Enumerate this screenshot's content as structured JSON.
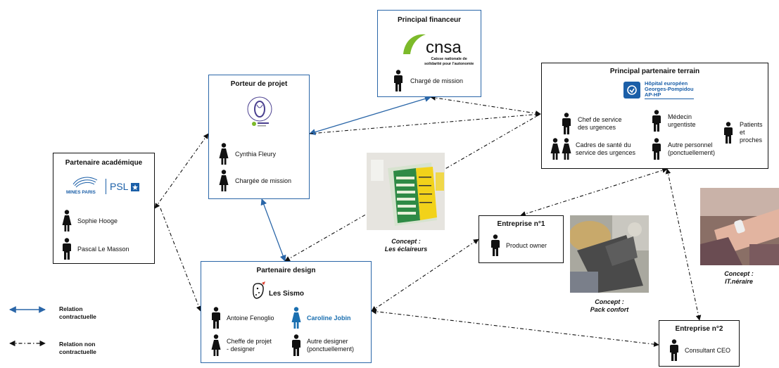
{
  "colors": {
    "blue": "#2a66a8",
    "black": "#111111",
    "sismo_blue": "#1a6fb0",
    "hegp_blue": "#1b5fa8",
    "cnsa_green": "#7cba2a"
  },
  "financeur": {
    "title": "Principal financeur",
    "logo_name": "cnsa",
    "logo_subtitle": "Caisse nationale de\nsolidarité pour l'autonomie",
    "people": [
      {
        "label": "Chargé de mission",
        "icon": "man-icon"
      }
    ]
  },
  "porteur": {
    "title": "Porteur de projet",
    "people": [
      {
        "label": "Cynthia Fleury",
        "icon": "woman-icon"
      },
      {
        "label": "Chargée de mission",
        "icon": "woman-icon"
      }
    ]
  },
  "terrain": {
    "title": "Principal partenaire terrain",
    "logo_text": "Hôpital européen\nGeorges-Pompidou\nAP-HP",
    "people": [
      {
        "label": "Chef de service\ndes urgences",
        "icon": "man-icon"
      },
      {
        "label": "Médecin\nurgentiste",
        "icon": "man-icon"
      },
      {
        "label": "Patients et\nproches",
        "icon": "man-icon"
      },
      {
        "label": "Cadres de santé du\nservice des urgences",
        "icon": "women-pair-icon"
      },
      {
        "label": "Autre personnel\n(ponctuellement)",
        "icon": "man-icon"
      }
    ]
  },
  "academique": {
    "title": "Partenaire académique",
    "logo_mines": "MINES PARIS",
    "logo_psl": "PSL",
    "people": [
      {
        "label": "Sophie Hooge",
        "icon": "woman-icon"
      },
      {
        "label": "Pascal Le Masson",
        "icon": "man-icon"
      }
    ]
  },
  "design": {
    "title": "Partenaire design",
    "studio": "Les Sismo",
    "people": [
      {
        "label": "Antoine Fenoglio",
        "icon": "man-icon"
      },
      {
        "label": "Caroline Jobin",
        "icon": "woman-icon",
        "highlight": true
      },
      {
        "label": "Cheffe de projet\n- designer",
        "icon": "woman-icon"
      },
      {
        "label": "Autre designer\n(ponctuellement)",
        "icon": "man-icon"
      }
    ]
  },
  "entreprise1": {
    "title": "Entreprise n°1",
    "people": [
      {
        "label": "Product owner",
        "icon": "man-icon"
      }
    ]
  },
  "entreprise2": {
    "title": "Entreprise n°2",
    "people": [
      {
        "label": "Consultant CEO",
        "icon": "man-icon"
      }
    ]
  },
  "concepts": [
    {
      "caption": "Concept :\nLes éclaireurs"
    },
    {
      "caption": "Concept :\nPack confort"
    },
    {
      "caption": "Concept :\nIT.néraire"
    }
  ],
  "legend": {
    "contractual": "Relation\ncontractuelle",
    "non_contractual": "Relation non\ncontractuelle"
  }
}
